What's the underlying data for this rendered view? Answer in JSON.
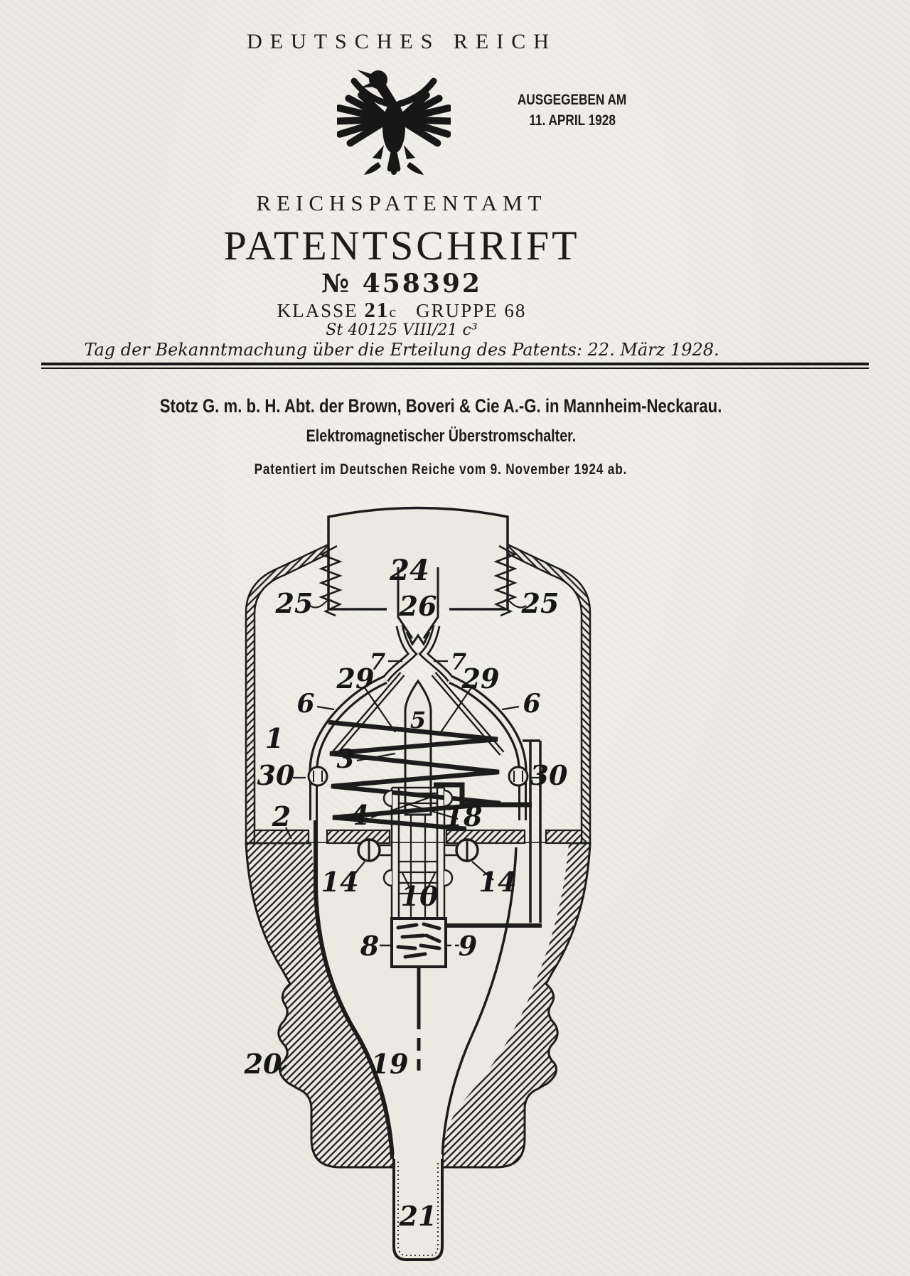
{
  "masthead": {
    "country": "DEUTSCHES REICH",
    "issued_line1": "AUSGEGEBEN AM",
    "issued_line2": "11. APRIL 1928",
    "office": "REICHSPATENTAMT",
    "doc_type": "PATENTSCHRIFT",
    "number": "№ 458392",
    "class_word": "KLASSE",
    "class_num": "21",
    "class_sub": "c",
    "group_word": "GRUPPE",
    "group_num": "68",
    "file_ref": "St 40125 VIII/21 c³",
    "announcement": "Tag der Bekanntmachung über die Erteilung des Patents: 22. März 1928."
  },
  "grant": {
    "assignee": "Stotz G. m. b. H. Abt. der Brown, Boveri & Cie A.-G. in Mannheim-Neckarau.",
    "title": "Elektromagnetischer Überstromschalter.",
    "patented_line": "Patentiert im Deutschen Reiche vom 9. November 1924 ab."
  },
  "figure": {
    "description": "Sectional drawing of an electromagnetic overcurrent circuit breaker (screw-plug type)",
    "labels": [
      "24",
      "26",
      "25",
      "25",
      "7",
      "7",
      "29",
      "29",
      "6",
      "6",
      "1",
      "5",
      "3",
      "30",
      "30",
      "2",
      "4",
      "18",
      "14",
      "14",
      "10",
      "8",
      "9",
      "20",
      "19",
      "21"
    ]
  },
  "colors": {
    "paper": "#ece9e2",
    "ink": "#1c1c1c"
  }
}
